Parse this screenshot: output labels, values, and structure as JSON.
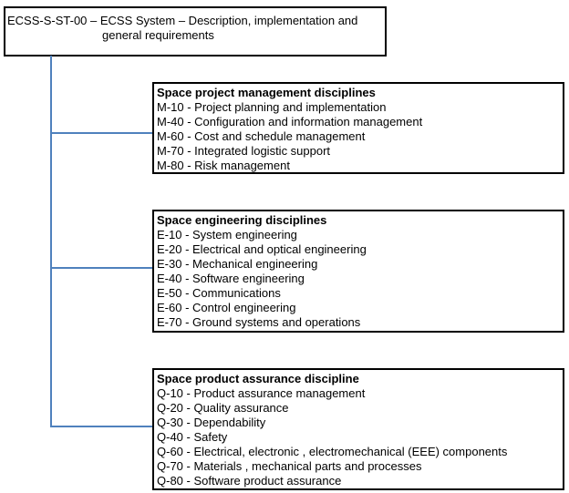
{
  "diagram": {
    "root": {
      "title_line1": "ECSS-S-ST-00 – ECSS System – Description, implementation and",
      "title_line2": "general requirements"
    },
    "connector_color": "#4f81bd",
    "box_border_color": "#000000",
    "text_color": "#000000",
    "background_color": "#ffffff",
    "groups": [
      {
        "title": "Space project management disciplines",
        "items": [
          "M-10 - Project planning and implementation",
          "M-40 - Configuration and information management",
          "M-60 - Cost and schedule management",
          "M-70 - Integrated logistic support",
          "M-80 - Risk management"
        ]
      },
      {
        "title": "Space engineering disciplines",
        "items": [
          "E-10 - System engineering",
          "E-20 - Electrical and optical engineering",
          "E-30 - Mechanical engineering",
          "E-40 - Software engineering",
          "E-50 - Communications",
          "E-60 - Control engineering",
          "E-70 - Ground systems and operations"
        ]
      },
      {
        "title": "Space product assurance discipline",
        "items": [
          "Q-10 - Product assurance management",
          "Q-20 - Quality assurance",
          "Q-30 - Dependability",
          "Q-40 - Safety",
          "Q-60 - Electrical, electronic , electromechanical (EEE) components",
          "Q-70 - Materials , mechanical parts and processes",
          "Q-80 - Software product assurance"
        ]
      }
    ]
  }
}
